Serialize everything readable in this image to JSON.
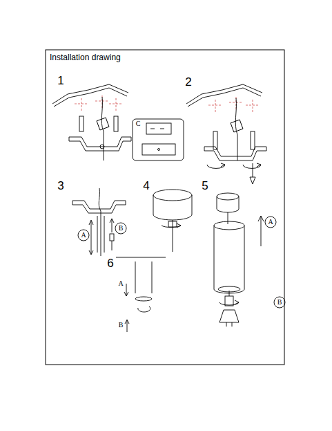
{
  "diagram": {
    "title": "Installation drawing",
    "labels": [
      "1",
      "2",
      "3",
      "4",
      "5",
      "6",
      "C",
      "A",
      "B",
      "A",
      "B",
      "A",
      "B"
    ]
  }
}
